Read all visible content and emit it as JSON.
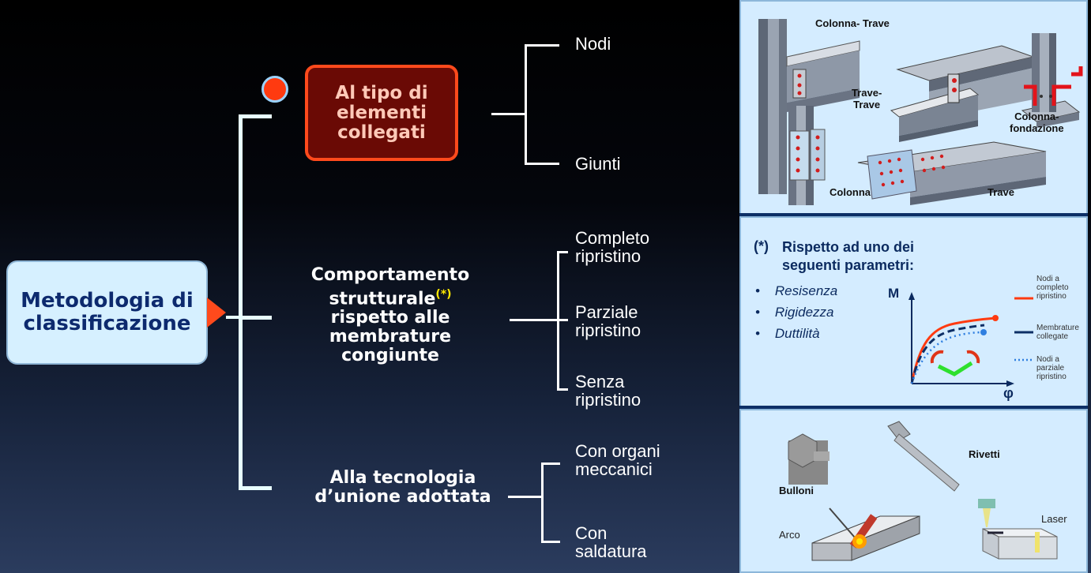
{
  "root": {
    "line1": "Metodologia di",
    "line2": "classificazione"
  },
  "categories": {
    "elements": {
      "line1": "Al tipo di",
      "line2": "elementi",
      "line3": "collegati"
    },
    "behaviour": {
      "line1": "Comportamento",
      "line2a": "strutturale",
      "sup": "(*)",
      "line3": "rispetto alle",
      "line4": "membrature",
      "line5": "congiunte"
    },
    "technology": {
      "line1": "Alla tecnologia",
      "line2": "d’unione adottata"
    }
  },
  "leaves": {
    "nodi": "Nodi",
    "giunti": "Giunti",
    "completo": {
      "l1": "Completo",
      "l2": "ripristino"
    },
    "parziale": {
      "l1": "Parziale",
      "l2": "ripristino"
    },
    "senza": {
      "l1": "Senza",
      "l2": "ripristino"
    },
    "organi": {
      "l1": "Con organi",
      "l2": "meccanici"
    },
    "saldatura": {
      "l1": "Con",
      "l2": "saldatura"
    }
  },
  "panel_top": {
    "colonna_trave": "Colonna- Trave",
    "trave_trave": {
      "l1": "Trave-",
      "l2": "Trave"
    },
    "colonna_fondazione": {
      "l1": "Colonna-",
      "l2": "fondazione"
    },
    "colonna": "Colonna",
    "trave": "Trave"
  },
  "panel_mid": {
    "star": "(*)",
    "heading1": "Rispetto ad uno dei",
    "heading2": "seguenti parametri:",
    "bullets": [
      "Resisenza",
      "Rigidezza",
      "Duttilità"
    ],
    "axis_m": "M",
    "axis_phi": "φ",
    "legend": [
      {
        "l1": "Nodi a",
        "l2": "completo",
        "l3": "ripristino",
        "color": "#ff3a10"
      },
      {
        "l1": "Membrature",
        "l2": "collegate",
        "color": "#0d2f66"
      },
      {
        "l1": "Nodi a",
        "l2": "parziale",
        "l3": "ripristino",
        "color": "#2f7fe0"
      }
    ]
  },
  "panel_bot": {
    "bulloni": "Bulloni",
    "rivetti": "Rivetti",
    "arco": "Arco",
    "laser": "Laser"
  },
  "colors": {
    "accent": "#ff4a1c",
    "connector": "#e8ffff",
    "panel_bg": "#d4ecff"
  }
}
